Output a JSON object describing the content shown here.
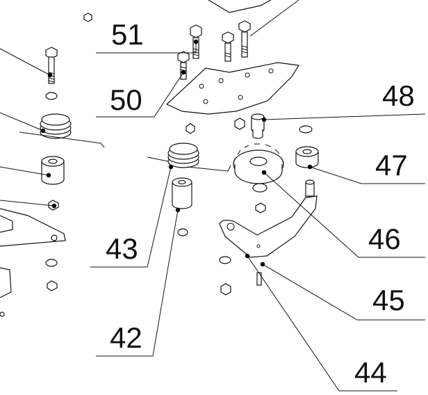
{
  "diagram": {
    "callouts": [
      {
        "id": "c51",
        "text": "51"
      },
      {
        "id": "c50",
        "text": "50"
      },
      {
        "id": "c48",
        "text": "48"
      },
      {
        "id": "c47",
        "text": "47"
      },
      {
        "id": "c46",
        "text": "46"
      },
      {
        "id": "c45",
        "text": "45"
      },
      {
        "id": "c44",
        "text": "44"
      },
      {
        "id": "c43",
        "text": "43"
      },
      {
        "id": "c42",
        "text": "42"
      }
    ]
  }
}
